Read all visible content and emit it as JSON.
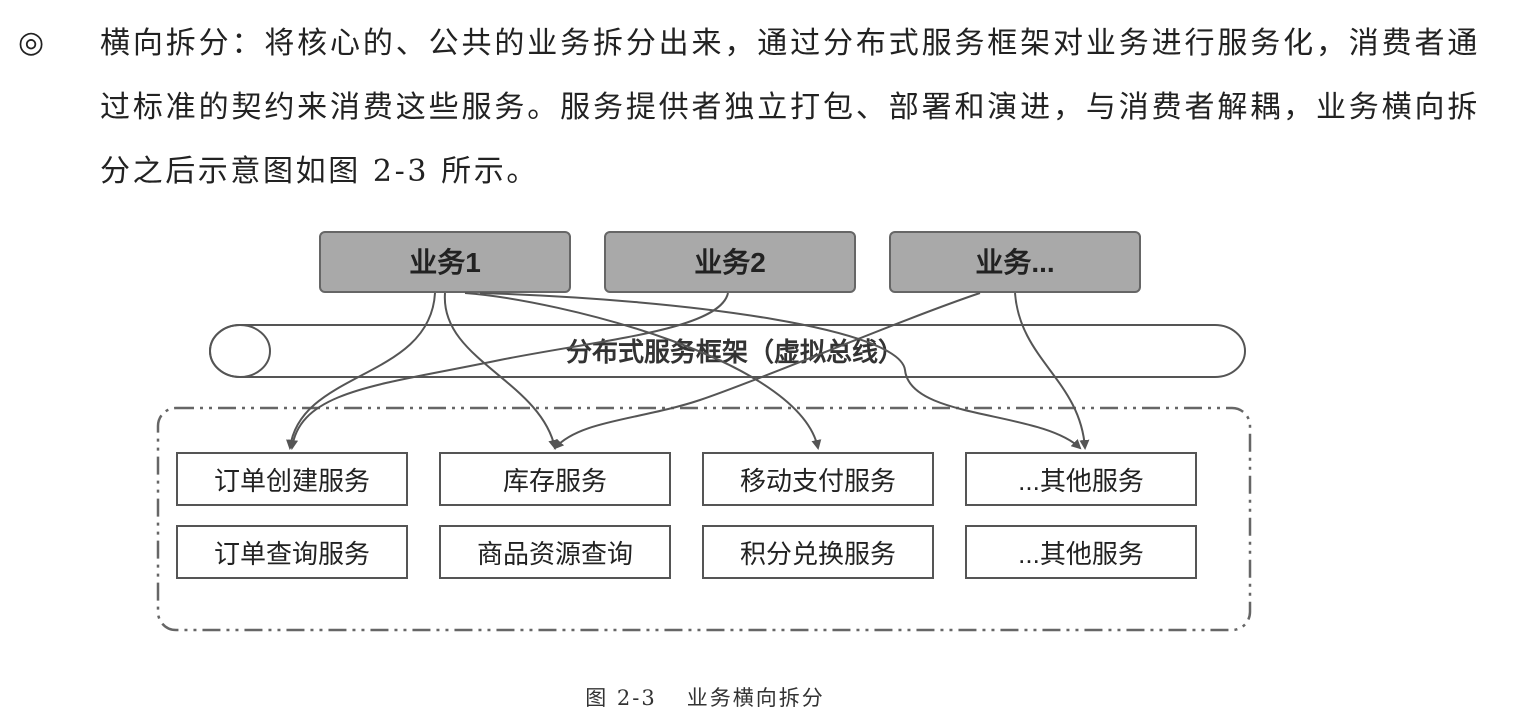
{
  "paragraph": {
    "bullet": "◎",
    "text": "横向拆分：将核心的、公共的业务拆分出来，通过分布式服务框架对业务进行服务化，消费者通过标准的契约来消费这些服务。服务提供者独立打包、部署和演进，与消费者解耦，业务横向拆分之后示意图如图 2-3 所示。"
  },
  "diagram": {
    "business": [
      "业务1",
      "业务2",
      "业务..."
    ],
    "bus_label": "分布式服务框架（虚拟总线）",
    "services_row1": [
      "订单创建服务",
      "库存服务",
      "移动支付服务",
      "...其他服务"
    ],
    "services_row2": [
      "订单查询服务",
      "商品资源查询",
      "积分兑换服务",
      "...其他服务"
    ]
  },
  "caption": {
    "number": "图 2-3",
    "title": "业务横向拆分"
  }
}
